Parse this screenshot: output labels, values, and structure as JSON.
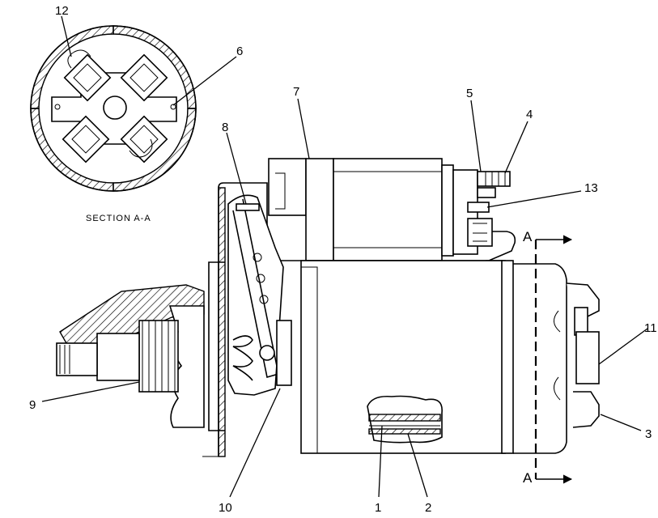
{
  "diagram": {
    "section_caption": "SECTION A-A",
    "section_marker": "A",
    "callouts": [
      "1",
      "2",
      "3",
      "4",
      "5",
      "6",
      "7",
      "8",
      "9",
      "10",
      "11",
      "12",
      "13"
    ]
  }
}
